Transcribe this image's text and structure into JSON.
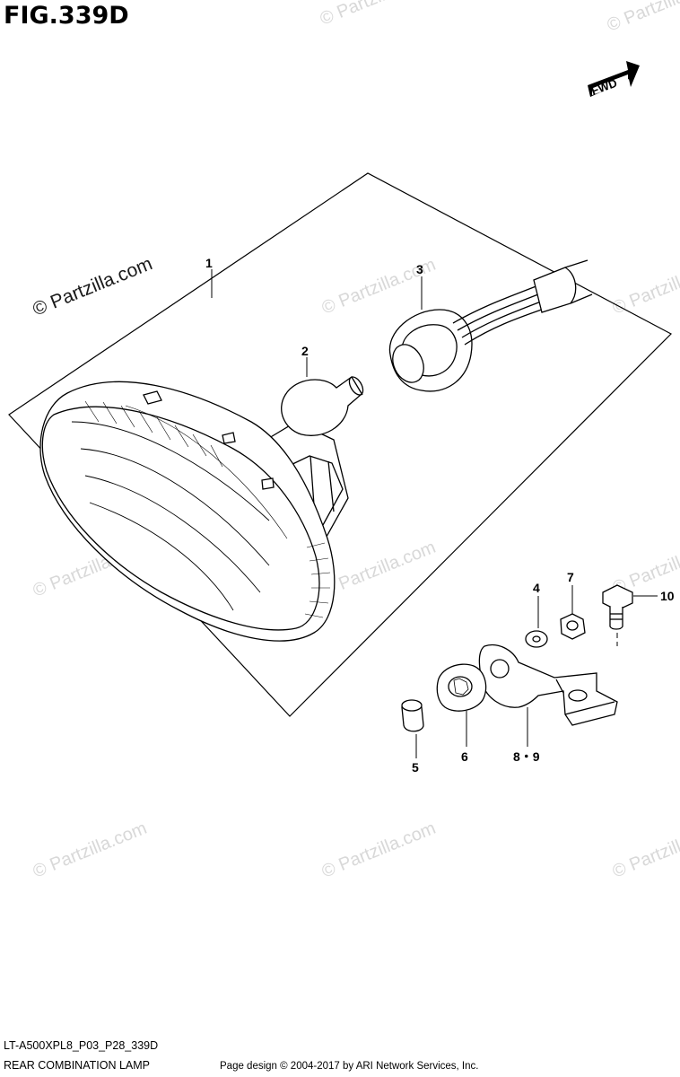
{
  "figure": {
    "title": "FIG.339D",
    "direction_label": "FWD",
    "code": "LT-A500XPL8_P03_P28_339D",
    "name": "REAR COMBINATION LAMP"
  },
  "watermark": {
    "text": "© Partzilla.com"
  },
  "callouts": [
    {
      "id": "part-1",
      "label": "1"
    },
    {
      "id": "part-2",
      "label": "2"
    },
    {
      "id": "part-3",
      "label": "3"
    },
    {
      "id": "part-4",
      "label": "4"
    },
    {
      "id": "part-5",
      "label": "5"
    },
    {
      "id": "part-6",
      "label": "6"
    },
    {
      "id": "part-7",
      "label": "7"
    },
    {
      "id": "part-8-9",
      "label": "8・9"
    },
    {
      "id": "part-10",
      "label": "10"
    }
  ],
  "footer": {
    "copyright": "Page design © 2004-2017 by ARI Network Services, Inc."
  }
}
